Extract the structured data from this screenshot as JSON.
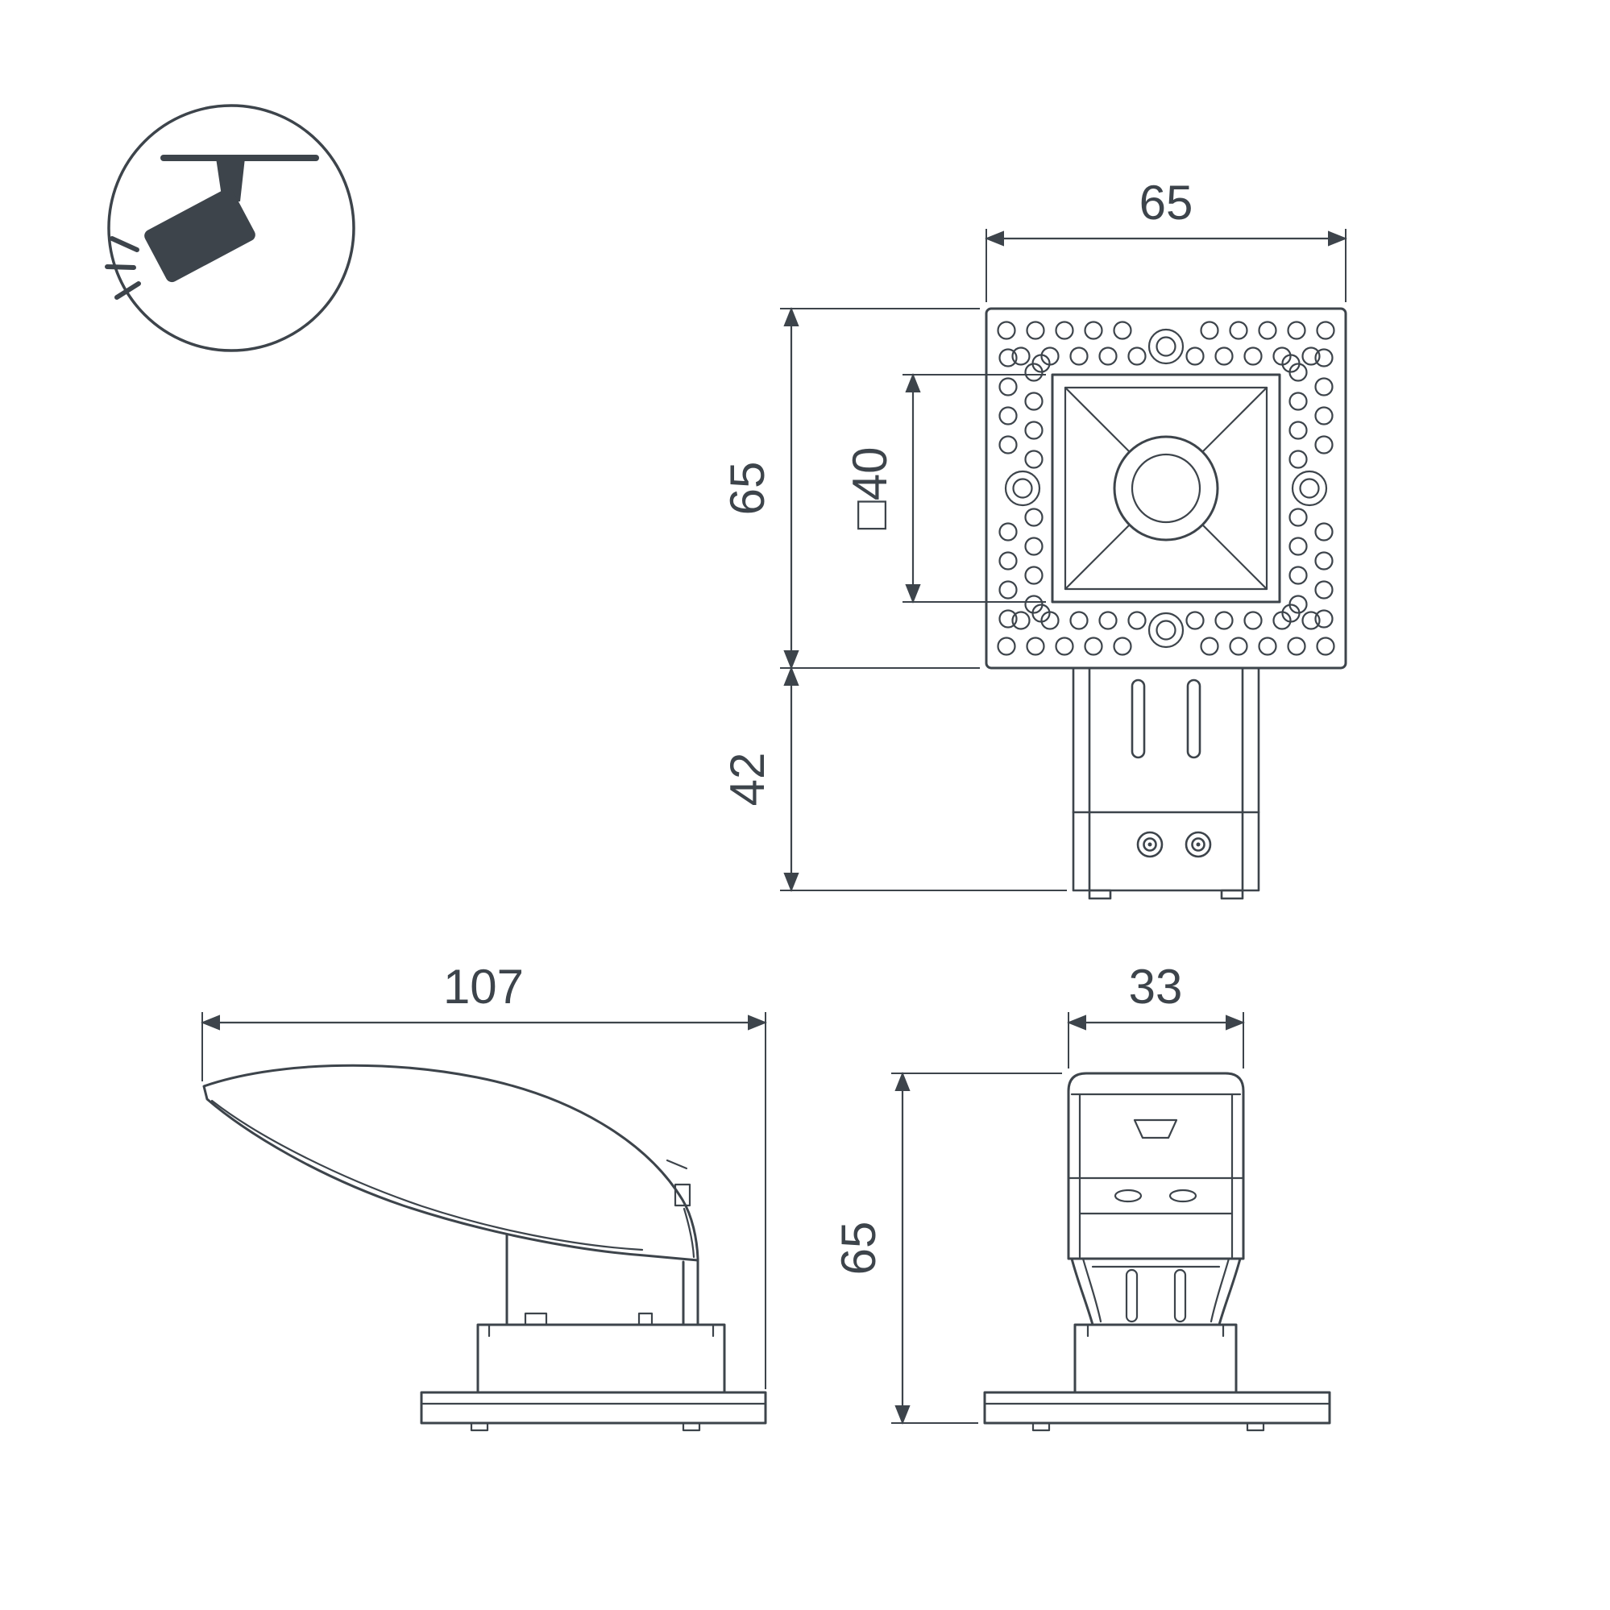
{
  "drawing": {
    "kind": "luminaire-dimensional-drawing",
    "background": "#ffffff",
    "line_color": "#3d444b",
    "icon": {
      "name": "track-spotlight"
    },
    "dimensions": {
      "front_width": "65",
      "front_height": "65",
      "mount_depth": "42",
      "cutout": "□40",
      "length": "107",
      "width": "33",
      "recess_height": "65"
    }
  }
}
